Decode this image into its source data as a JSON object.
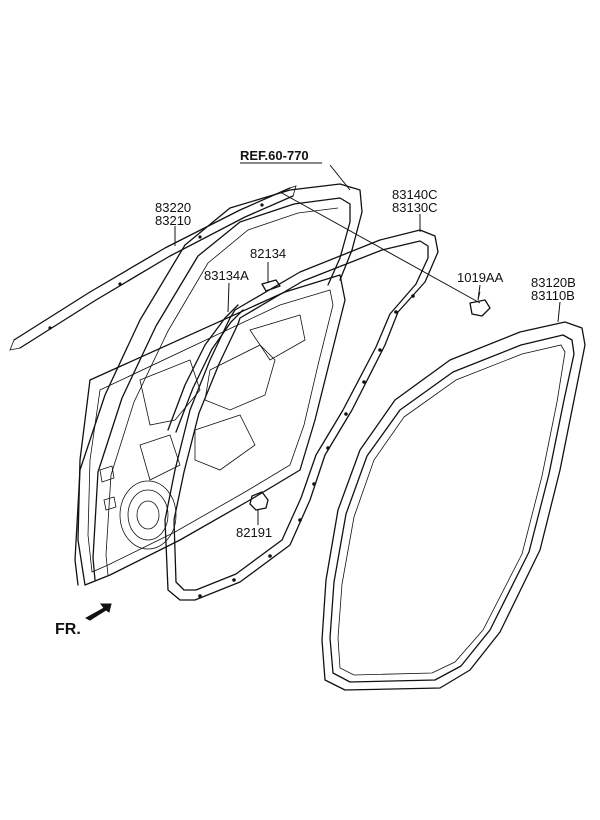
{
  "reference": "REF.60-770",
  "front_indicator": "FR.",
  "labels": {
    "p83220": "83220",
    "p83210": "83210",
    "p82134": "82134",
    "p83134a": "83134A",
    "p83140c": "83140C",
    "p83130c": "83130C",
    "p1019aa": "1019AA",
    "p83120b": "83120B",
    "p83110b": "83110B",
    "p82191": "82191"
  }
}
